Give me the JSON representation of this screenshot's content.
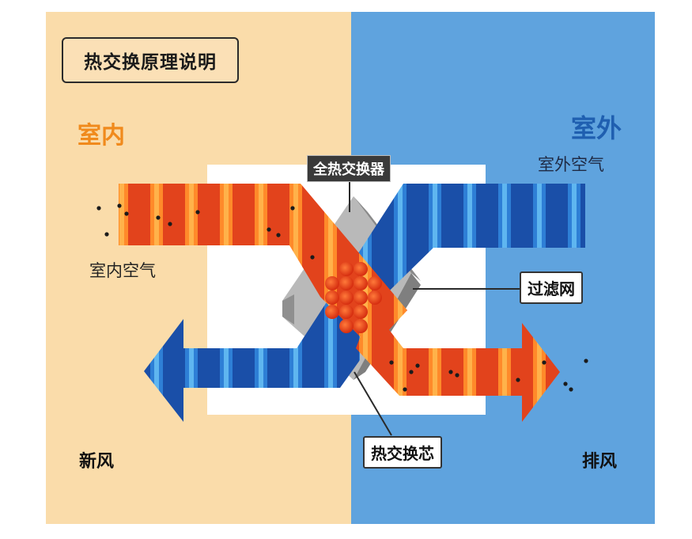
{
  "title": "热交换原理说明",
  "zones": {
    "indoor": "室内",
    "outdoor": "室外"
  },
  "labels": {
    "indoor_air": "室内空气",
    "outdoor_air": "室外空气",
    "fresh_air": "新风",
    "exhaust_air": "排风",
    "total_heat_exchanger": "全热交换器",
    "filter": "过滤网",
    "heat_exchange_core": "热交换芯"
  },
  "colors": {
    "indoor_bg": "#fadcaa",
    "outdoor_bg": "#5fa3de",
    "indoor_label": "#f08a1c",
    "outdoor_label": "#1f5fb0",
    "warm_stream": "#e8491d",
    "cool_stream": "#1f5fb8",
    "core_gray": "#9a9a9a"
  },
  "icons": {
    "warm_flow": "warm-air-arrow-icon",
    "cool_flow": "cool-air-arrow-icon",
    "particles": "dust-particle-icon"
  }
}
